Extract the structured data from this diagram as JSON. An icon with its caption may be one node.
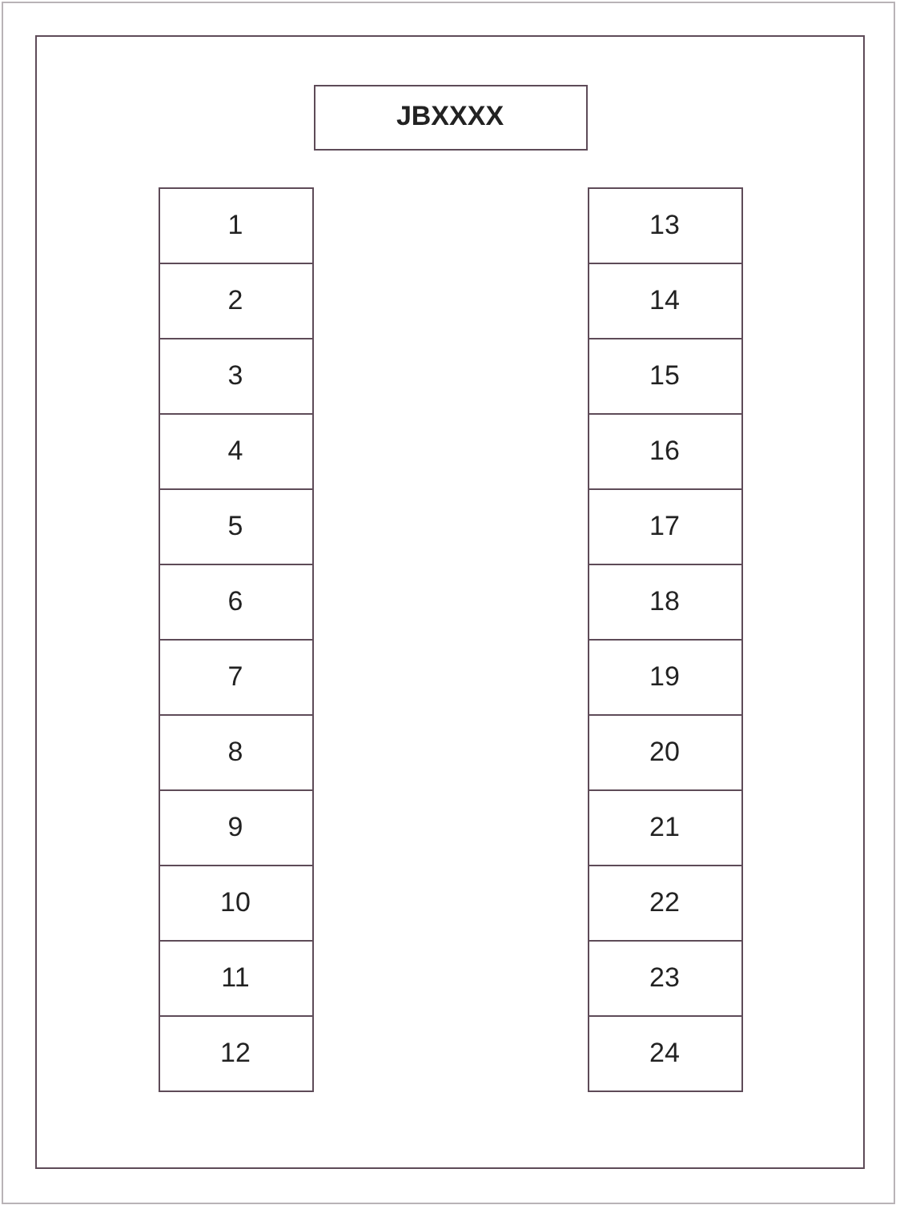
{
  "diagram": {
    "nodes": [
      {
        "text": [],
        "shape": "box"
      },
      {
        "text": [
          "JBXXXX"
        ],
        "in": 0
      },
      {
        "text": [
          "1"
        ],
        "in": 0
      },
      {
        "text": [
          "2"
        ],
        "in": 0
      },
      {
        "text": [
          "3"
        ],
        "in": 0
      },
      {
        "text": [
          "4"
        ],
        "in": 0
      },
      {
        "text": [
          "5"
        ],
        "in": 0
      },
      {
        "text": [
          "6"
        ],
        "in": 0
      },
      {
        "text": [
          "7"
        ],
        "in": 0
      },
      {
        "text": [
          "8"
        ],
        "in": 0
      },
      {
        "text": [
          "9"
        ],
        "in": 0
      },
      {
        "text": [
          "10"
        ],
        "in": 0
      },
      {
        "text": [
          "11"
        ],
        "in": 0
      },
      {
        "text": [
          "12"
        ],
        "in": 0
      },
      {
        "text": [
          "13"
        ],
        "in": 0
      },
      {
        "text": [
          "14"
        ],
        "in": 0
      },
      {
        "text": [
          "15"
        ],
        "in": 0
      },
      {
        "text": [
          "16"
        ],
        "in": 0
      },
      {
        "text": [
          "17"
        ],
        "in": 0
      },
      {
        "text": [
          "18"
        ],
        "in": 0
      },
      {
        "text": [
          "19"
        ],
        "in": 0
      },
      {
        "text": [
          "20"
        ],
        "in": 0
      },
      {
        "text": [
          "21"
        ],
        "in": 0
      },
      {
        "text": [
          "22"
        ],
        "in": 0
      },
      {
        "text": [
          "23"
        ],
        "in": 0
      },
      {
        "text": [
          "24"
        ],
        "in": 0
      }
    ]
  }
}
